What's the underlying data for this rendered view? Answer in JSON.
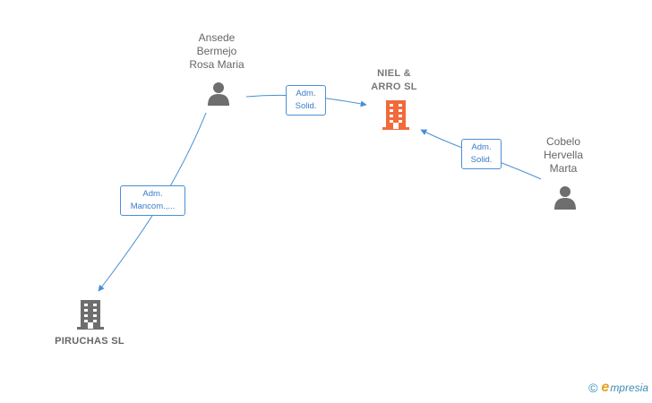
{
  "nodes": {
    "person_ansede": {
      "name": "Ansede\nBermejo\nRosa Maria"
    },
    "company_niel": {
      "name": "NIEL &\nARRO  SL"
    },
    "person_cobelo": {
      "name": "Cobelo\nHervella\nMarta"
    },
    "company_piruchas": {
      "name": "PIRUCHAS  SL"
    }
  },
  "relations": {
    "ansede_to_niel": "Adm.\nSolid.",
    "cobelo_to_niel": "Adm.\nSolid.",
    "ansede_to_piruchas": "Adm.\nMancom.,..."
  },
  "colors": {
    "person_icon": "#6e6e6e",
    "company_icon": "#6e6e6e",
    "company_highlight": "#f26a3a",
    "edge": "#4a8fd6"
  },
  "footer": {
    "copyright": "©",
    "brand_initial": "e",
    "brand_rest": "mpresia"
  }
}
